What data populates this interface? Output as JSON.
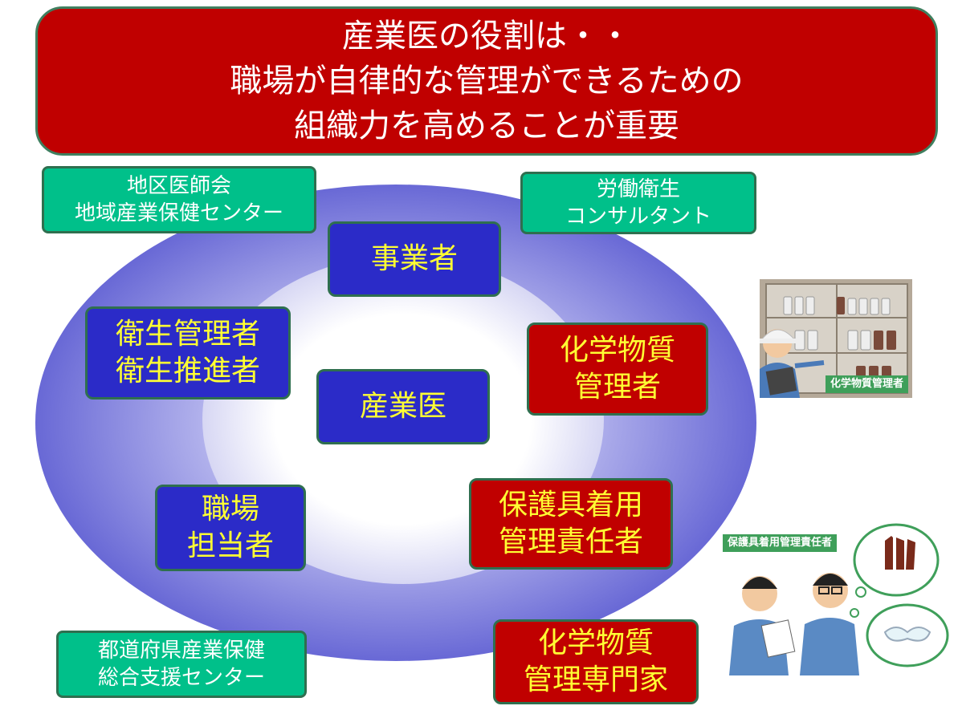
{
  "title": {
    "line1": "産業医の役割は・・",
    "line2": "職場が自律的な管理ができるための",
    "line3": "組織力を高めることが重要"
  },
  "external": {
    "medical_assoc": {
      "line1": "地区医師会",
      "line2": "地域産業保健センター"
    },
    "consultant": {
      "line1": "労働衛生",
      "line2": "コンサルタント"
    },
    "prefecture_center": {
      "line1": "都道府県産業保健",
      "line2": "総合支援センター"
    }
  },
  "roles": {
    "employer": {
      "line1": "事業者"
    },
    "occupational_physician": {
      "line1": "産業医"
    },
    "hygiene_manager": {
      "line1": "衛生管理者",
      "line2": "衛生推進者"
    },
    "workplace_staff": {
      "line1": "職場",
      "line2": "担当者"
    },
    "chemical_manager": {
      "line1": "化学物質",
      "line2": "管理者"
    },
    "ppe_manager": {
      "line1": "保護具着用",
      "line2": "管理責任者"
    },
    "chemical_expert": {
      "line1": "化学物質",
      "line2": "管理専門家"
    }
  },
  "illustrations": {
    "chemical_manager_label": "化学物質管理者",
    "ppe_manager_label": "保護具着用管理責任者"
  },
  "colors": {
    "title_bg": "#c00000",
    "role_blue": "#2b2bc8",
    "role_red": "#c00000",
    "role_text": "#ffff33",
    "external_bg": "#00c08a",
    "label_green": "#3f9f5a"
  }
}
